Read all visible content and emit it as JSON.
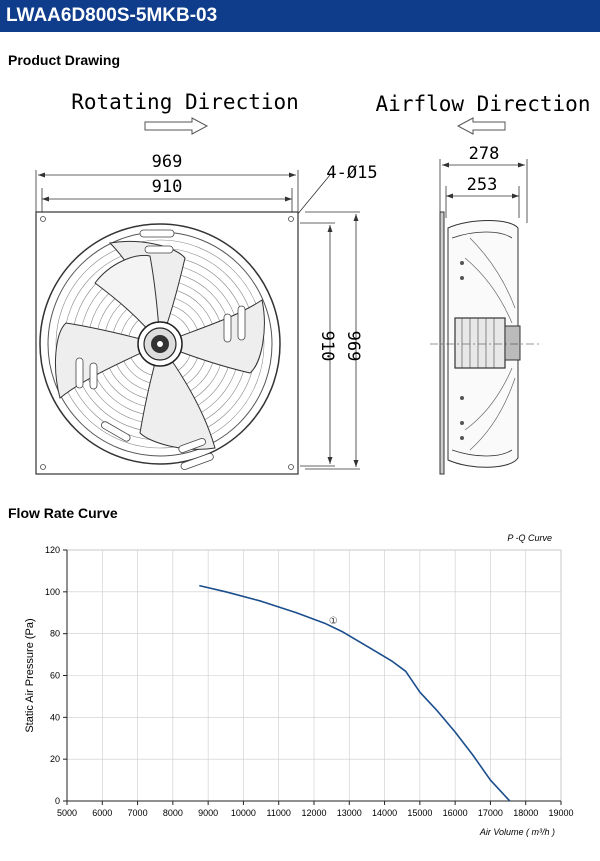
{
  "header": {
    "title": "LWAA6D800S-5MKB-03"
  },
  "product_drawing": {
    "section_title": "Product Drawing",
    "rotating_label": "Rotating Direction",
    "airflow_label": "Airflow Direction",
    "dims": {
      "outer_width": "969",
      "inner_width": "910",
      "holes": "4-Ø15",
      "outer_height": "969",
      "inner_height": "910",
      "depth_outer": "278",
      "depth_inner": "253"
    }
  },
  "flow_curve": {
    "section_title": "Flow Rate Curve"
  },
  "chart_data": {
    "type": "line",
    "title": "P -Q Curve",
    "xlabel": "Air Volume ( m³/h )",
    "ylabel": "Static Air Pressure  (Pa)",
    "xlim": [
      5000,
      19000
    ],
    "ylim": [
      0,
      120
    ],
    "xticks": [
      5000,
      6000,
      7000,
      8000,
      9000,
      10000,
      11000,
      12000,
      13000,
      14000,
      15000,
      16000,
      17000,
      18000,
      19000
    ],
    "yticks": [
      0,
      20,
      40,
      60,
      80,
      100,
      120
    ],
    "grid": true,
    "series": [
      {
        "name": "①",
        "color": "#1a4e8c",
        "x": [
          8750,
          9500,
          10500,
          11500,
          12300,
          12800,
          13500,
          14200,
          14600,
          15000,
          15500,
          16000,
          16500,
          17000,
          17550
        ],
        "y": [
          103,
          100,
          95.5,
          90,
          85,
          81,
          74,
          67,
          62,
          52,
          43,
          33,
          22,
          10,
          0
        ]
      }
    ],
    "annotations": [
      {
        "text": "①",
        "x": 12550,
        "y": 86
      }
    ]
  }
}
